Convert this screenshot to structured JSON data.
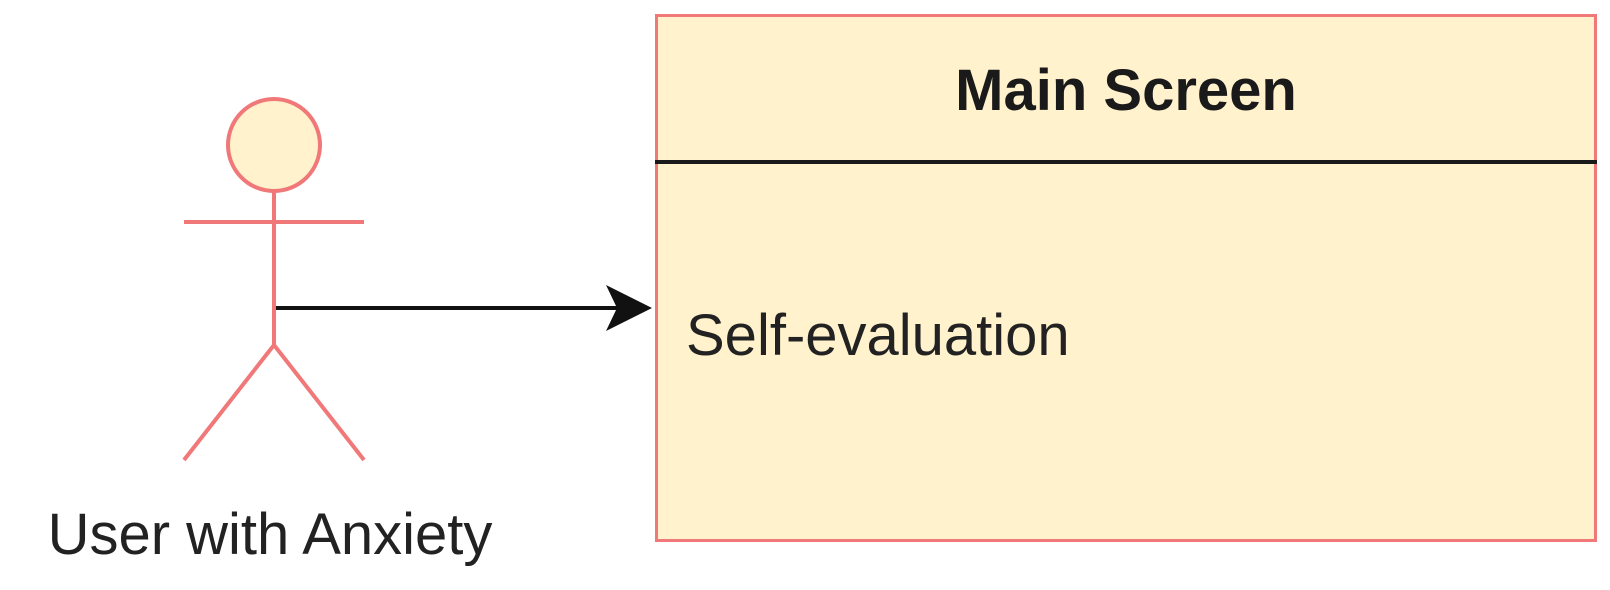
{
  "actor": {
    "label": "User with Anxiety",
    "stroke_color": "#f07878",
    "fill_color": "#fff2cc"
  },
  "class_box": {
    "title": "Main Screen",
    "member": "Self-evaluation",
    "fill_color": "#fff2cc",
    "border_color": "#f07878"
  },
  "connector": {
    "color": "#111111"
  }
}
